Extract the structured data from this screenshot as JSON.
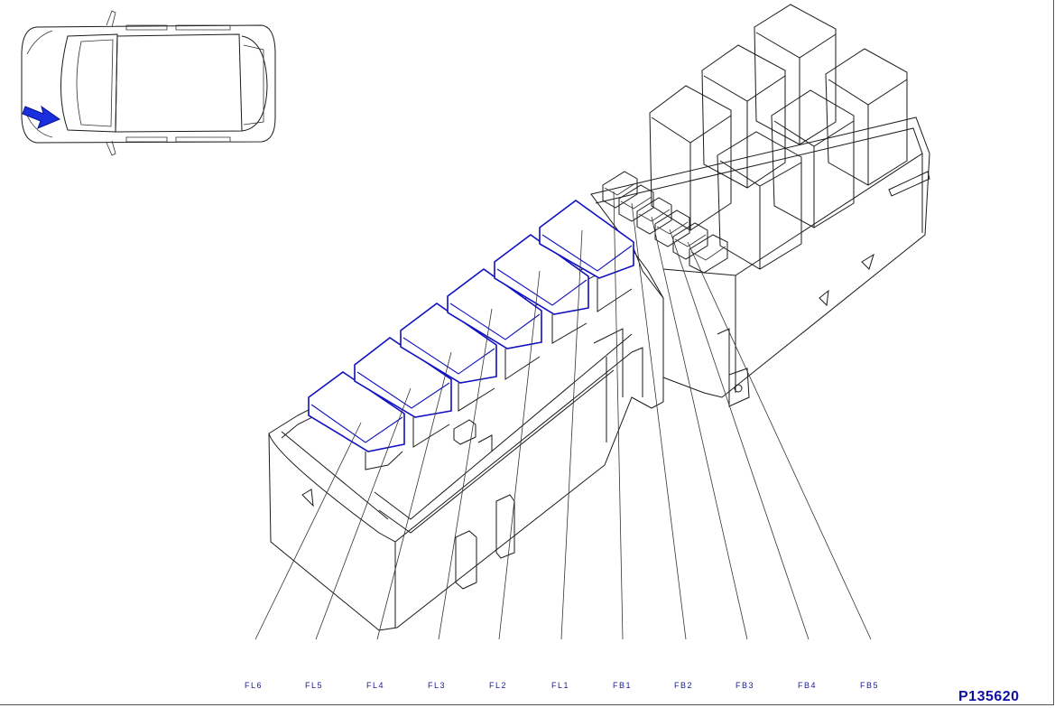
{
  "reference_code": "P135620",
  "callouts": [
    {
      "id": "FL6",
      "label": "FL6"
    },
    {
      "id": "FL5",
      "label": "FL5"
    },
    {
      "id": "FL4",
      "label": "FL4"
    },
    {
      "id": "FL3",
      "label": "FL3"
    },
    {
      "id": "FL2",
      "label": "FL2"
    },
    {
      "id": "FL1",
      "label": "FL1"
    },
    {
      "id": "FB1",
      "label": "FB1"
    },
    {
      "id": "FB2",
      "label": "FB2"
    },
    {
      "id": "FB3",
      "label": "FB3"
    },
    {
      "id": "FB4",
      "label": "FB4"
    },
    {
      "id": "FB5",
      "label": "FB5"
    }
  ],
  "colors": {
    "highlight": "#1010c0",
    "outline": "#1a1a1a",
    "label": "#1a1a9a"
  },
  "locator": {
    "vehicle": "top-view car icon",
    "arrow_icon": "arrow-right-icon"
  }
}
